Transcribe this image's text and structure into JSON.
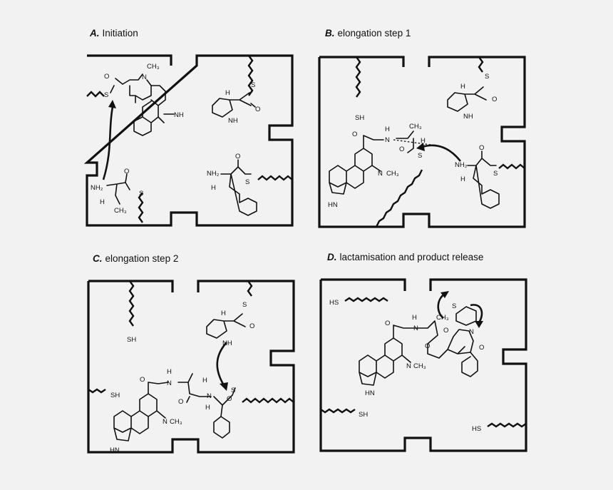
{
  "panels": {
    "a": {
      "letter": "A.",
      "title": "Initiation"
    },
    "b": {
      "letter": "B.",
      "title": "elongation step 1"
    },
    "c": {
      "letter": "C.",
      "title": "elongation step 2"
    },
    "d": {
      "letter": "D.",
      "title": "lactamisation and product release"
    }
  },
  "atoms": {
    "sh": "SH",
    "hs": "HS",
    "s": "S",
    "o": "O",
    "n": "N",
    "h": "H",
    "nh": "NH",
    "hn": "HN",
    "nh2": "NH₂",
    "ch3": "CH₃"
  }
}
